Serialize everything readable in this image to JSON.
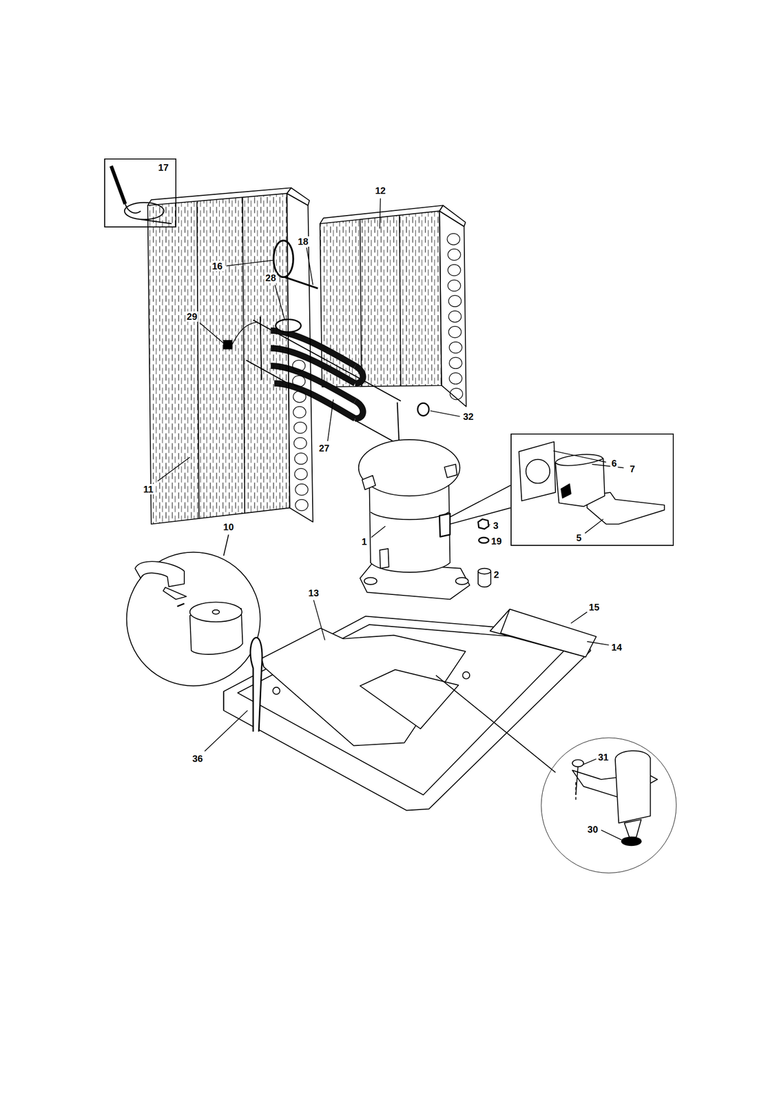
{
  "diagram": {
    "nodes": [
      {
        "text": [
          "17"
        ]
      },
      {
        "text": [
          "6",
          "7",
          "5"
        ]
      },
      {
        "text": [
          "31",
          "30"
        ]
      }
    ],
    "labels": [
      "12",
      "18",
      "16",
      "28",
      "29",
      "32",
      "27",
      "11",
      "1",
      "3",
      "19",
      "2",
      "10",
      "13",
      "15",
      "14",
      "36"
    ]
  }
}
